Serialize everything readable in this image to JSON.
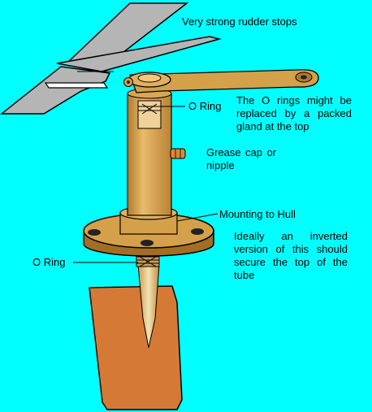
{
  "diagram": {
    "colors": {
      "background": "#00ffff",
      "bronze": "#d4a04a",
      "bronze_dark": "#a36e24",
      "bronze_light": "#f0c878",
      "rudder_blade": "#d57a36",
      "tiller_blade": "#b5b5b5",
      "outline": "#000000"
    },
    "labels": {
      "rudder_stops": "Very strong rudder stops",
      "o_ring_top": "O Ring",
      "o_rings_replaced": "The O rings might be replaced by a packed gland at the top",
      "grease_cap": "Grease cap or nipple",
      "mounting_to_hull": "Mounting to Hull",
      "inverted_version": "Ideally an inverted version of this should secure the top of the tube",
      "o_ring_bottom": "O Ring"
    }
  }
}
